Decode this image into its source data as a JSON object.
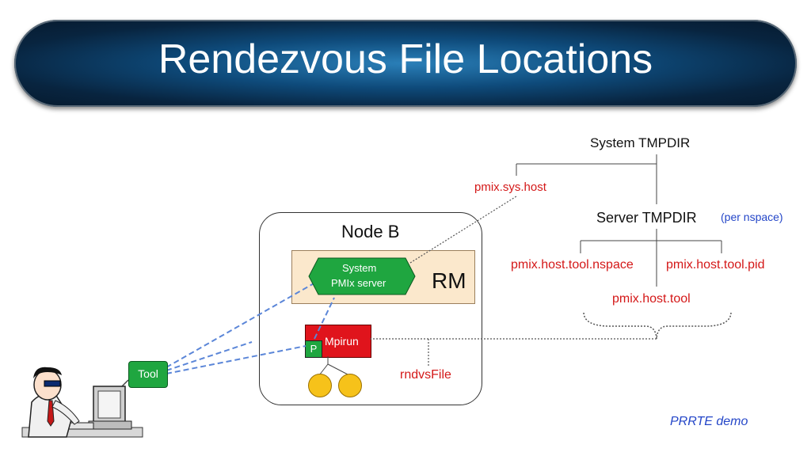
{
  "title": "Rendezvous File Locations",
  "tree": {
    "system_tmpdir": "System TMPDIR",
    "sys_host": "pmix.sys.host",
    "server_tmpdir": "Server TMPDIR",
    "per_nspace": "(per nspace)",
    "host_tool_nspace": "pmix.host.tool.nspace",
    "host_tool_pid": "pmix.host.tool.pid",
    "host_tool": "pmix.host.tool"
  },
  "node": {
    "label": "Node B",
    "rm_label": "RM",
    "server_line1": "System",
    "server_line2": "PMIx server",
    "mpirun_label": "Mpirun",
    "p_label": "P"
  },
  "rndvs_file": "rndvsFile",
  "tool_label": "Tool",
  "footer": "PRRTE demo",
  "colors": {
    "red": "#d41818",
    "green": "#1fa640",
    "blue_dash": "#5b86d8",
    "rm_fill": "#fbe8cc",
    "title_text": "#ffffff"
  }
}
